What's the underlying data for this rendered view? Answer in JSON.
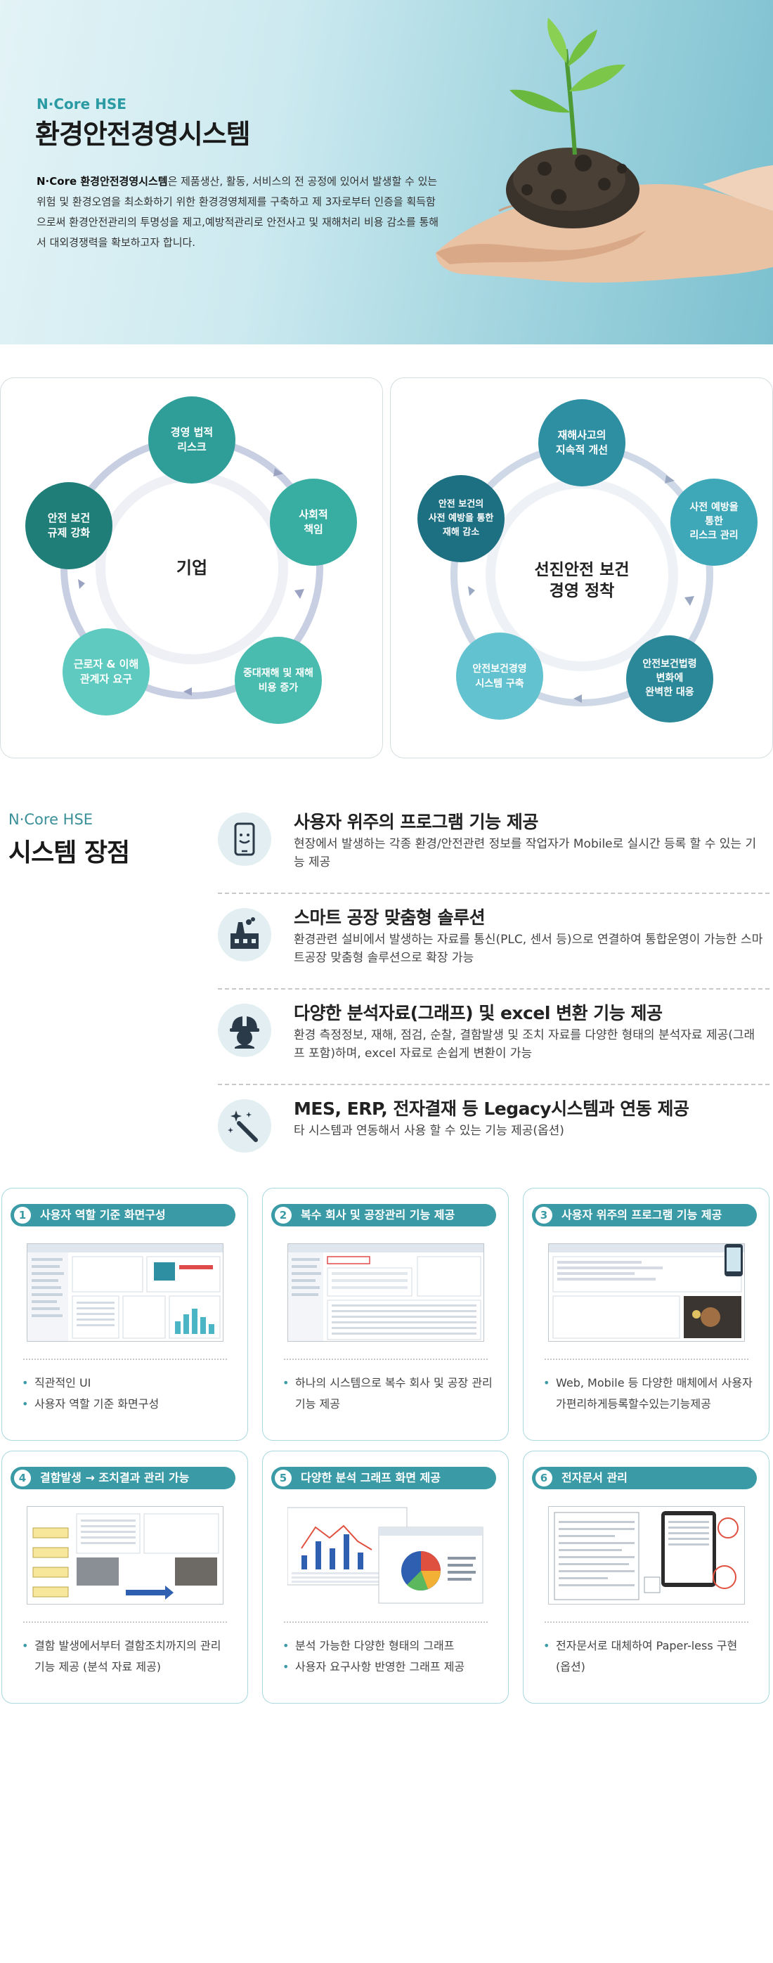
{
  "hero": {
    "subtitle": "N·Core HSE",
    "title": "환경안전경영시스템",
    "desc_bold": "N·Core 환경안전경영시스템",
    "desc_rest": "은 제품생산, 활동, 서비스의 전 공정에 있어서 발생할 수 있는 위험 및 환경오염을 최소화하기 위한 환경경영체제를 구축하고 제 3자로부터 인증을 획득함으로써 환경안전관리의 투명성을 제고,예방적관리로 안전사고 및 재해처리 비용 감소를 통해서 대외경쟁력을 확보하고자 합니다."
  },
  "cycle_left": {
    "center": "기업",
    "nodes": [
      {
        "l1": "경영 법적",
        "l2": "리스크",
        "color": "#2f9e98"
      },
      {
        "l1": "사회적",
        "l2": "책임",
        "color": "#38aea3"
      },
      {
        "l1": "중대재해 및 재해",
        "l2": "비용 증가",
        "color": "#49bcaf"
      },
      {
        "l1": "근로자 & 이해",
        "l2": "관계자 요구",
        "color": "#5fcabf"
      },
      {
        "l1": "안전 보건",
        "l2": "규제 강화",
        "color": "#1f7f78"
      }
    ]
  },
  "cycle_right": {
    "center_l1": "선진안전 보건",
    "center_l2": "경영 정착",
    "nodes": [
      {
        "l1": "재해사고의",
        "l2": "지속적 개선",
        "l3": "",
        "color": "#2e8fa3"
      },
      {
        "l1": "사전 예방을",
        "l2": "통한",
        "l3": "리스크 관리",
        "color": "#3ea7b8"
      },
      {
        "l1": "안전보건법령",
        "l2": "변화에",
        "l3": "완벽한 대응",
        "color": "#2a8899"
      },
      {
        "l1": "안전보건경영",
        "l2": "시스템 구축",
        "l3": "",
        "color": "#62c2cf"
      },
      {
        "l1": "안전 보건의",
        "l2": "사전 예방을 통한",
        "l3": "재해 감소",
        "color": "#1d6f82"
      }
    ]
  },
  "advantages": {
    "subtitle": "N·Core HSE",
    "title": "시스템 장점",
    "items": [
      {
        "icon": "mobile-icon",
        "title": "사용자 위주의 프로그램 기능 제공",
        "desc": "현장에서 발생하는 각종 환경/안전관련 정보를 작업자가 Mobile로 실시간 등록 할 수 있는 기능 제공"
      },
      {
        "icon": "factory-icon",
        "title": "스마트 공장 맞춤형 솔루션",
        "desc": "환경관련 설비에서 발생하는 자료를 통신(PLC, 센서 등)으로 연결하여 통합운영이 가능한 스마트공장 맞춤형 솔루션으로 확장 가능"
      },
      {
        "icon": "worker-helmet-icon",
        "title": "다양한 분석자료(그래프) 및 excel 변환 기능 제공",
        "desc": "환경 측정정보, 재해, 점검, 순찰, 결함발생 및 조치 자료를 다양한 형태의 분석자료 제공(그래프 포함)하며, excel 자료로 손쉽게 변환이 가능"
      },
      {
        "icon": "magic-wand-icon",
        "title": "MES, ERP, 전자결재 등 Legacy시스템과 연동 제공",
        "desc": "타 시스템과 연동해서 사용 할 수 있는 기능 제공(옵션)"
      }
    ]
  },
  "features": [
    {
      "num": "1",
      "title": "사용자 역할 기준 화면구성",
      "bullets": [
        "직관적인 UI",
        "사용자 역할 기준 화면구성"
      ]
    },
    {
      "num": "2",
      "title": "복수 회사 및 공장관리 기능 제공",
      "bullets": [
        "하나의 시스템으로 복수 회사 및 공장 관리 기능 제공"
      ]
    },
    {
      "num": "3",
      "title": "사용자 위주의 프로그램 기능 제공",
      "bullets": [
        "Web, Mobile 등 다양한 매체에서 사용자 가편리하게등록할수있는기능제공"
      ]
    },
    {
      "num": "4",
      "title": "결함발생 → 조치결과 관리 가능",
      "bullets": [
        "결함 발생에서부터 결함조치까지의 관리 기능 제공 (분석 자료 제공)"
      ]
    },
    {
      "num": "5",
      "title": "다양한 분석 그래프 화면 제공",
      "bullets": [
        "분석 가능한 다양한 형태의 그래프",
        "사용자 요구사항 반영한 그래프 제공"
      ]
    },
    {
      "num": "6",
      "title": "전자문서 관리",
      "bullets": [
        "전자문서로 대체하여 Paper-less 구현 (옵션)"
      ]
    }
  ],
  "colors": {
    "accent": "#3a9ba6",
    "teal_dark": "#1f7f78"
  }
}
